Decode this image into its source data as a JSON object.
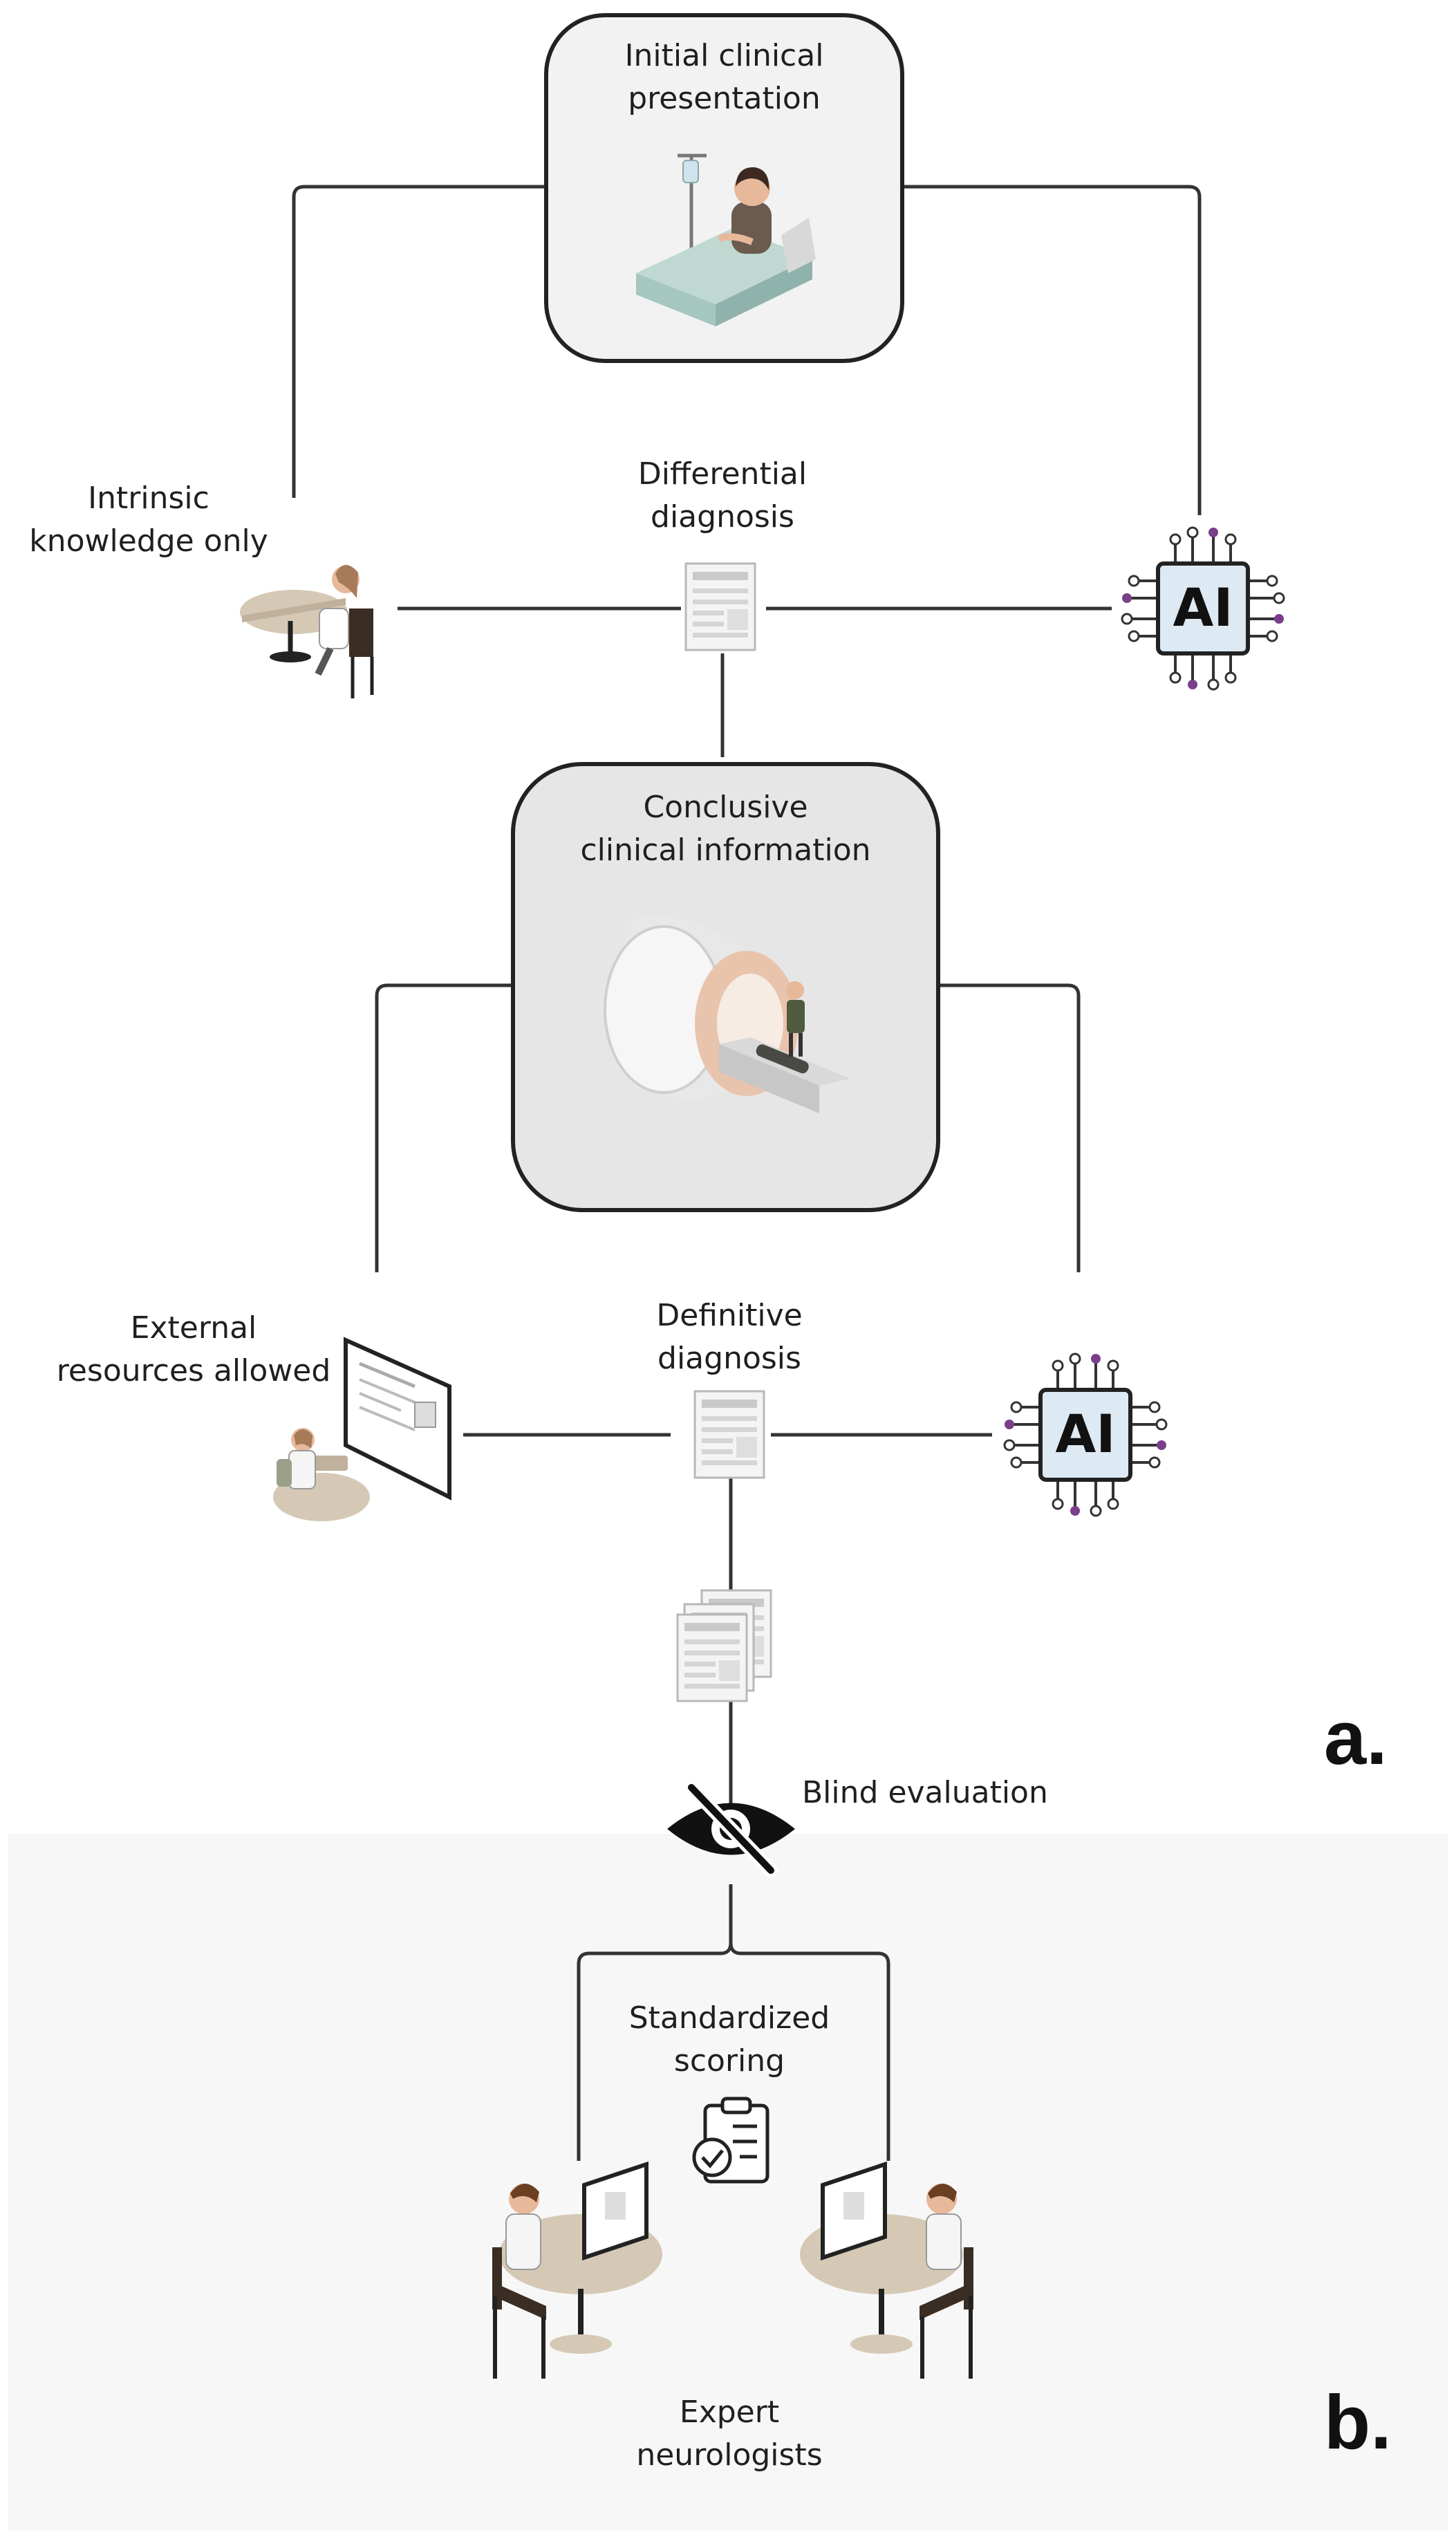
{
  "nodes": {
    "initial": "Initial clinical\npresentation",
    "intrinsic": "Intrinsic\nknowledge only",
    "differential": "Differential\ndiagnosis",
    "conclusive": "Conclusive\nclinical information",
    "external": "External\nresources allowed",
    "definitive": "Definitive\ndiagnosis",
    "blind": "Blind evaluation",
    "scoring": "Standardized\nscoring",
    "experts": "Expert\nneurologists"
  },
  "ai_chip_label": "AI",
  "panels": {
    "a": "a.",
    "b": "b."
  },
  "icons": [
    "hospital-bed-patient-icon",
    "doctor-at-desk-icon",
    "document-icon",
    "ai-chip-icon",
    "mri-scanner-icon",
    "doctor-with-screen-icon",
    "stacked-documents-icon",
    "eye-slash-icon",
    "clipboard-check-icon",
    "neurologist-at-workstation-icon"
  ],
  "colors": {
    "line": "#333333",
    "box_top": "#f2f2f2",
    "box_mid": "#e6e6e6",
    "panel_b_bg": "#f7f7f7",
    "ai_chip": "#dde9f3",
    "ai_node": "#7a3f8a"
  }
}
